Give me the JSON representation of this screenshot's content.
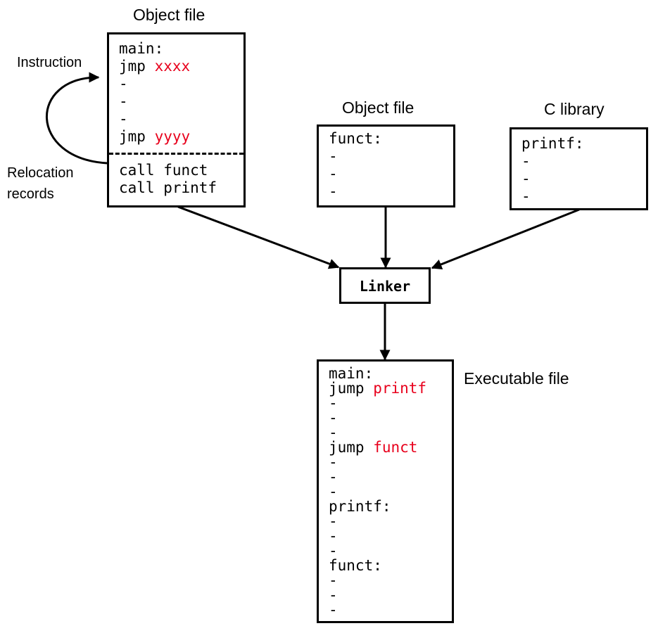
{
  "obj1": {
    "title": "Object file",
    "main": "main:",
    "jmp1_kw": "jmp ",
    "jmp1_target": "xxxx",
    "dash": "-",
    "jmp2_kw": "jmp ",
    "jmp2_target": "yyyy",
    "call1": "call funct",
    "call2": "call printf"
  },
  "side_labels": {
    "instruction": "Instruction",
    "relocation_line1": "Relocation",
    "relocation_line2": "records"
  },
  "obj2": {
    "title": "Object file",
    "funct": "funct:",
    "dash": "-"
  },
  "clib": {
    "title": "C library",
    "printf": "printf:",
    "dash": "-"
  },
  "linker": {
    "label": "Linker"
  },
  "exe": {
    "title": "Executable file",
    "main": "main:",
    "jump1_kw": "jump ",
    "jump1_target": "printf",
    "jump2_kw": "jump ",
    "jump2_target": "funct",
    "printf": "printf:",
    "funct": "funct:",
    "dash": "-"
  },
  "colors": {
    "stroke": "#000000",
    "highlight": "#e8001c"
  }
}
